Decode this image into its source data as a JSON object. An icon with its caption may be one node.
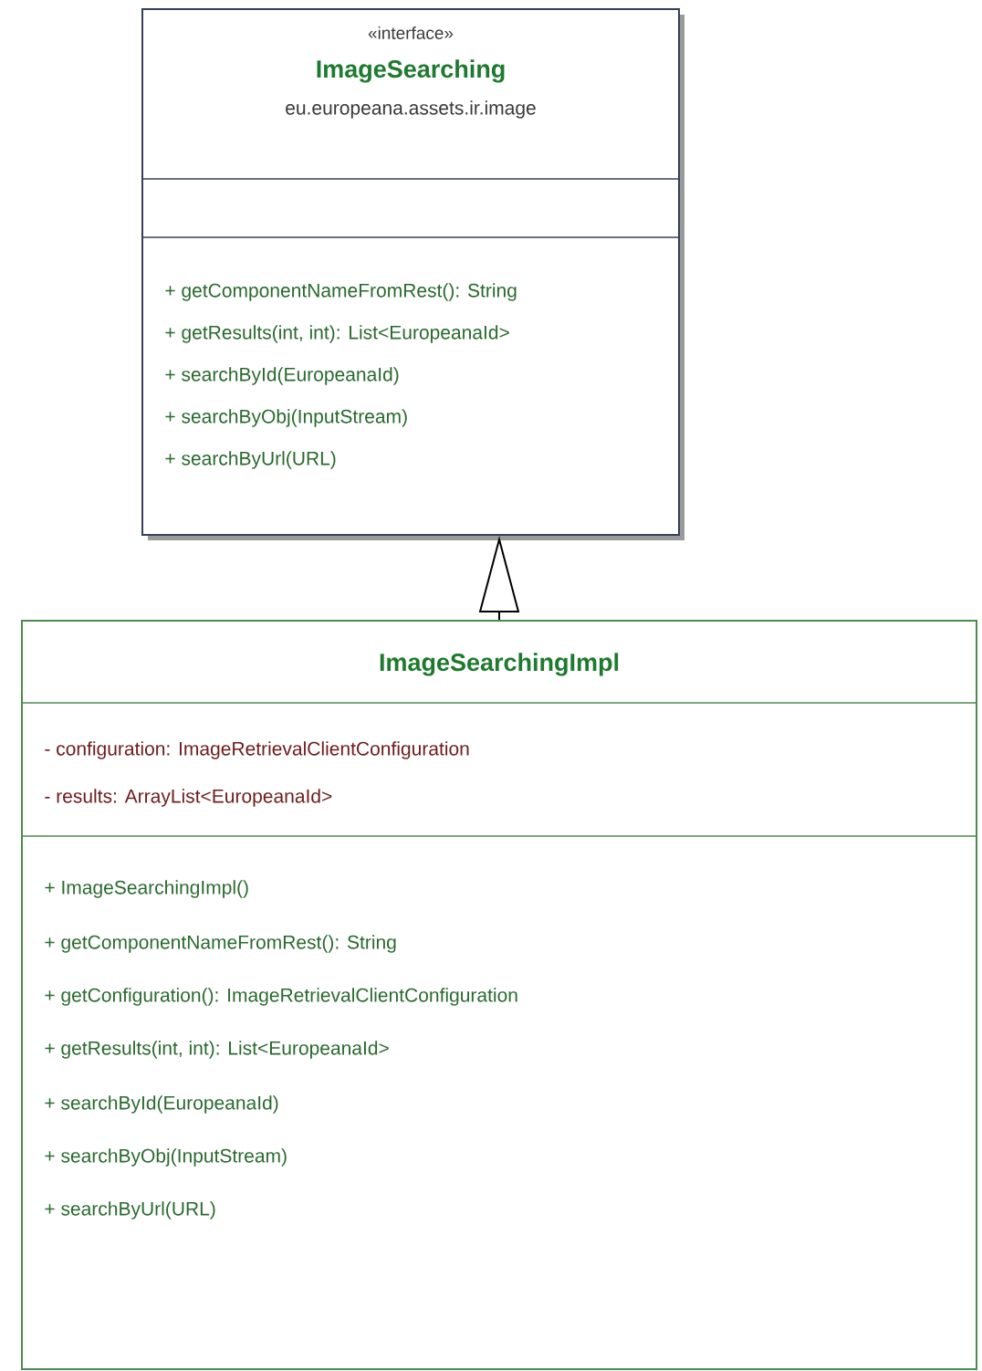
{
  "diagram": {
    "nodes": [
      {
        "text": [
          "«interface»",
          "ImageSearching",
          "eu.europeana.assets.ir.image",
          "+ getComponentNameFromRest(): String",
          "+ getResults(int, int): List<EuropeanaId>",
          "+ searchById(EuropeanaId)",
          "+ searchByObj(InputStream)",
          "+ searchByUrl(URL)"
        ]
      },
      {
        "text": [
          "ImageSearchingImpl",
          "- configuration: ImageRetrievalClientConfiguration",
          "- results: ArrayList<EuropeanaId>",
          "+ ImageSearchingImpl()",
          "+ getComponentNameFromRest(): String",
          "+ getConfiguration(): ImageRetrievalClientConfiguration",
          "+ getResults(int, int): List<EuropeanaId>",
          "+ searchById(EuropeanaId)",
          "+ searchByObj(InputStream)",
          "+ searchByUrl(URL)"
        ]
      }
    ],
    "edges": [
      {
        "from": 1,
        "to": 0,
        "arrow": "to"
      }
    ]
  }
}
